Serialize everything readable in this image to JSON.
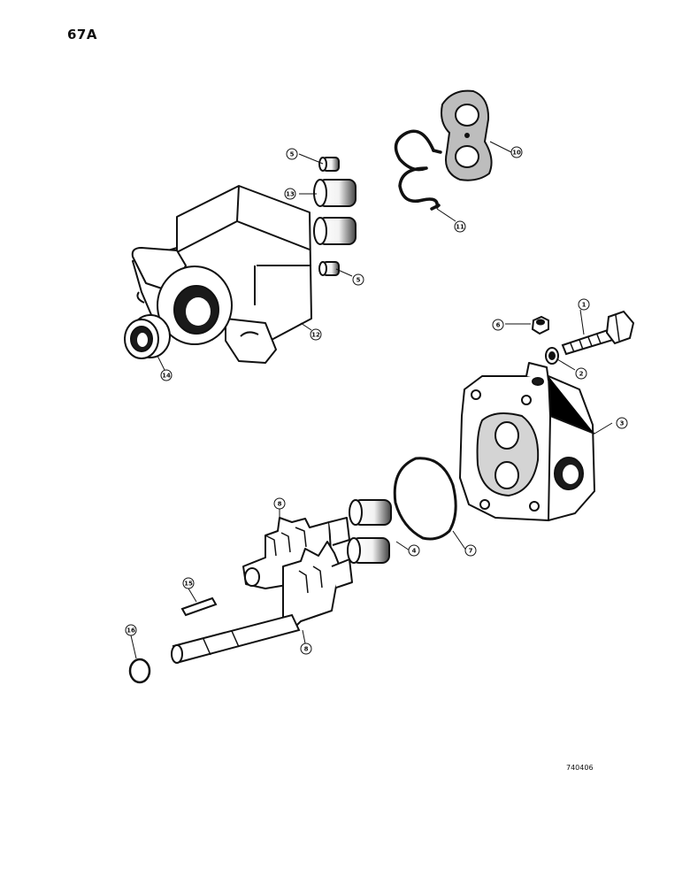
{
  "page": {
    "number": "67A",
    "drawing_number": "740406"
  },
  "parts": [
    {
      "id": "p1",
      "callout": "1"
    },
    {
      "id": "p2",
      "callout": "2"
    },
    {
      "id": "p3",
      "callout": "3"
    },
    {
      "id": "p4",
      "callout": "4"
    },
    {
      "id": "p5a",
      "callout": "5"
    },
    {
      "id": "p5b",
      "callout": "5"
    },
    {
      "id": "p6",
      "callout": "6"
    },
    {
      "id": "p7",
      "callout": "7"
    },
    {
      "id": "p8a",
      "callout": "8"
    },
    {
      "id": "p8b",
      "callout": "8"
    },
    {
      "id": "p10",
      "callout": "10"
    },
    {
      "id": "p11",
      "callout": "11"
    },
    {
      "id": "p12",
      "callout": "12"
    },
    {
      "id": "p13",
      "callout": "13"
    },
    {
      "id": "p14",
      "callout": "14"
    },
    {
      "id": "p15",
      "callout": "15"
    },
    {
      "id": "p16",
      "callout": "16"
    }
  ]
}
